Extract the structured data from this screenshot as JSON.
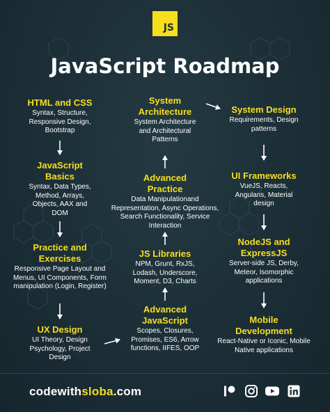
{
  "logo": {
    "text": "JS"
  },
  "title": "JavaScript Roadmap",
  "nodes": {
    "html_css": {
      "title": "HTML and CSS",
      "desc": "Syntax, Structure, Responsive Design, Bootstrap"
    },
    "js_basics": {
      "title": "JavaScript Basics",
      "desc": "Syntax, Data Types, Method, Arrays, Objects, AAX and DOM"
    },
    "practice": {
      "title": "Practice and Exercises",
      "desc": "Responsive Page Layout and Menus, UI Components, Form manipulation (Login, Register)"
    },
    "ux": {
      "title": "UX Design",
      "desc": "UI Theory, Design Psychology, Project Design"
    },
    "advanced_js": {
      "title": "Advanced JavaScript",
      "desc": "Scopes, Closures, Promises, ES6, Arrow functions, IIFES, OOP"
    },
    "js_libs": {
      "title": "JS Libraries",
      "desc": "NPM, Grunt, RxJS, Lodash, Underscore, Moment, D3, Charts"
    },
    "advanced_practice": {
      "title": "Advanced Practice",
      "desc": "Data Manipulationand Representation, Async Operations, Search Functionality, Service Interaction"
    },
    "sys_arch": {
      "title": "System Architecture",
      "desc": "System Architecture and Architectural Patterns"
    },
    "sys_design": {
      "title": "System Design",
      "desc": "Requirements, Design patterns"
    },
    "ui_frameworks": {
      "title": "UI Frameworks",
      "desc": "VueJS, Reacts, Angularis, Material design"
    },
    "node_express": {
      "title": "NodeJS and ExpressJS",
      "desc": "Server-side JS, Derby, Meteor, Isomorphic applications"
    },
    "mobile": {
      "title": "Mobile Development",
      "desc": "React-Native or Iconic, Mobile Native applications"
    }
  },
  "footer": {
    "brand_part1": "codewith",
    "brand_part2": "sloba",
    "brand_part3": ".com",
    "accent_color": "#f7df1e",
    "social_icons": [
      "patreon-icon",
      "instagram-icon",
      "youtube-icon",
      "linkedin-icon"
    ]
  }
}
